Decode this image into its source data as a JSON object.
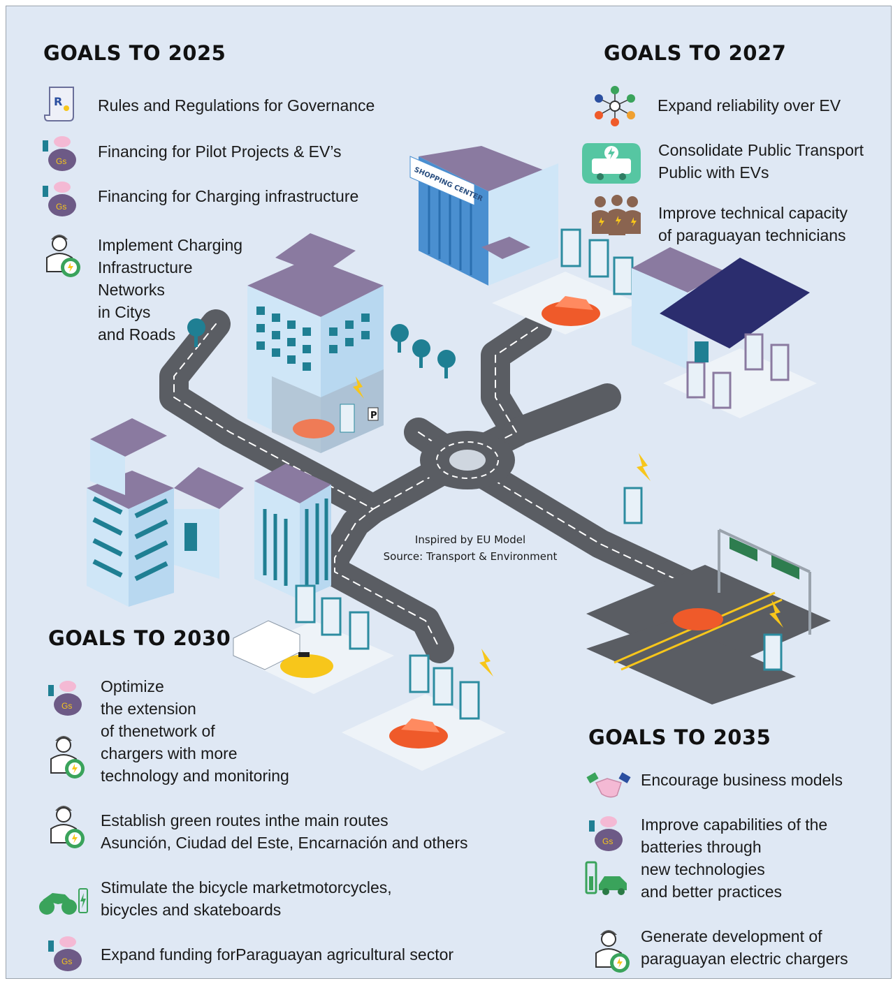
{
  "goals_2025": {
    "heading": "GOALS TO 2025",
    "items": [
      {
        "text": "Rules and Regulations for Governance",
        "icon": "regulation-scroll-icon"
      },
      {
        "text": "Financing for Pilot Projects & EV’s",
        "icon": "money-bag-icon"
      },
      {
        "text": "Financing for Charging infrastructure",
        "icon": "money-bag-icon"
      },
      {
        "text": "Implement Charging\nInfrastructure\nNetworks\nin Citys\nand Roads",
        "icon": "technician-charger-icon"
      }
    ]
  },
  "goals_2027": {
    "heading": "GOALS TO 2027",
    "items": [
      {
        "text": "Expand reliability over EV",
        "icon": "network-people-icon"
      },
      {
        "text": "Consolidate Public Transport\nPublic with EVs",
        "icon": "electric-bus-icon"
      },
      {
        "text": "Improve technical capacity\nof paraguayan technicians",
        "icon": "technicians-group-icon"
      }
    ]
  },
  "goals_2030": {
    "heading": "GOALS TO 2030",
    "items": [
      {
        "text": "Optimize\nthe extension\nof thenetwork of\nchargers with more\ntechnology and monitoring",
        "icon": "money-bag-technician-icon"
      },
      {
        "text": "Establish green routes inthe main routes\nAsunción, Ciudad del Este, Encarnación and others",
        "icon": "technician-charger-icon"
      },
      {
        "text": "Stimulate the bicycle marketmotorcycles,\nbicycles and skateboards",
        "icon": "electric-motorcycle-icon"
      },
      {
        "text": "Expand funding forParaguayan agricultural sector",
        "icon": "money-bag-icon"
      }
    ]
  },
  "goals_2035": {
    "heading": "GOALS TO 2035",
    "items": [
      {
        "text": "Encourage business models",
        "icon": "handshake-icon"
      },
      {
        "text": "Improve capabilities of the\nbatteries through\nnew technologies\nand better practices",
        "icon": "money-bag-battery-car-icon"
      },
      {
        "text": "Generate development of\nparaguayan electric chargers",
        "icon": "technician-charger-icon"
      }
    ]
  },
  "caption": {
    "line1": "Inspired by EU Model",
    "line2": "Source: Transport & Environment"
  },
  "scene": {
    "shopping_center_sign": "SHOPPING CENTER",
    "parking_sign": "P",
    "money_bag_label": "Gs",
    "badge_letter": "R"
  },
  "colors": {
    "background": "#dfe8f4",
    "road": "#5a5d63",
    "building_roof": "#8a7aa0",
    "building_wall": "#cfe6f7",
    "window": "#1f7f93",
    "car": "#ef5a2a",
    "charger": "#2c8ca0",
    "bolt": "#f7c61b",
    "canopy": "#2b2d6e"
  }
}
